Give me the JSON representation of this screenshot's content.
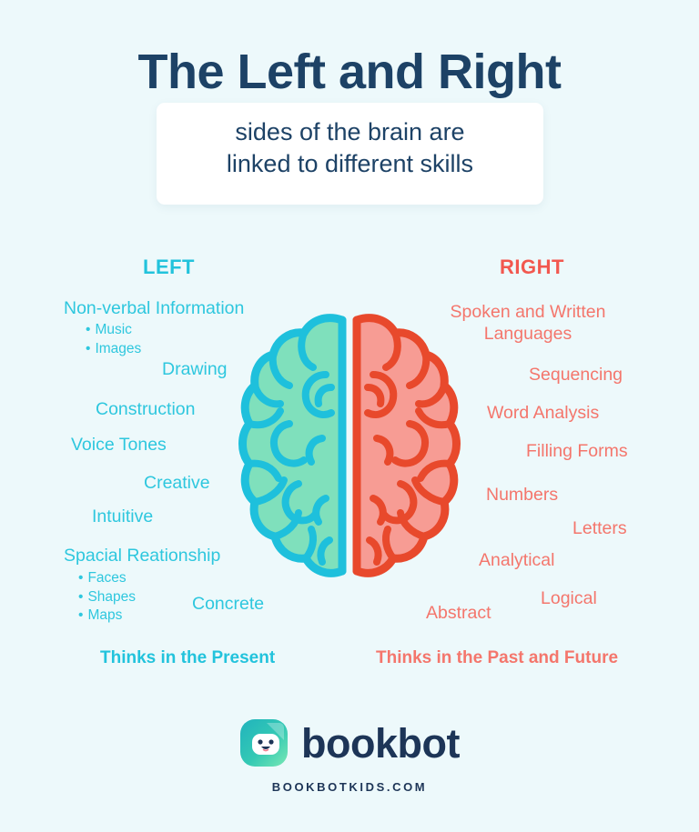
{
  "header": {
    "title": "The Left and Right",
    "subtitle_line1": "sides of the brain are",
    "subtitle_line2": "linked to different skills"
  },
  "columns": {
    "left_heading": "LEFT",
    "right_heading": "RIGHT"
  },
  "left": {
    "skills": [
      "Non-verbal Information",
      "Drawing",
      "Construction",
      "Voice Tones",
      "Creative",
      "Intuitive",
      "Spacial Reationship",
      "Concrete"
    ],
    "nonverbal_bullets": [
      "Music",
      "Images"
    ],
    "spatial_bullets": [
      "Faces",
      "Shapes",
      "Maps"
    ],
    "tagline": "Thinks in the Present"
  },
  "right": {
    "skills": [
      "Spoken and Written",
      "Languages",
      "Sequencing",
      "Word Analysis",
      "Filling Forms",
      "Numbers",
      "Letters",
      "Analytical",
      "Logical",
      "Abstract"
    ],
    "tagline": "Thinks in the Past and Future"
  },
  "footer": {
    "brand": "bookbot",
    "url": "BOOKBOTKIDS.COM"
  },
  "colors": {
    "background": "#edf9fb",
    "card": "#ffffff",
    "navy": "#1d4266",
    "left_heading": "#22c3dc",
    "left_text": "#2ec7de",
    "right_heading": "#f2584f",
    "right_text": "#f4766c",
    "brain_left_fill": "#7fe0bc",
    "brain_left_stroke": "#1ec0dc",
    "brain_right_fill": "#f79c94",
    "brain_right_stroke": "#e8492c",
    "logo_teal": "#2bb9b0",
    "logo_mint": "#6fe3b9"
  }
}
